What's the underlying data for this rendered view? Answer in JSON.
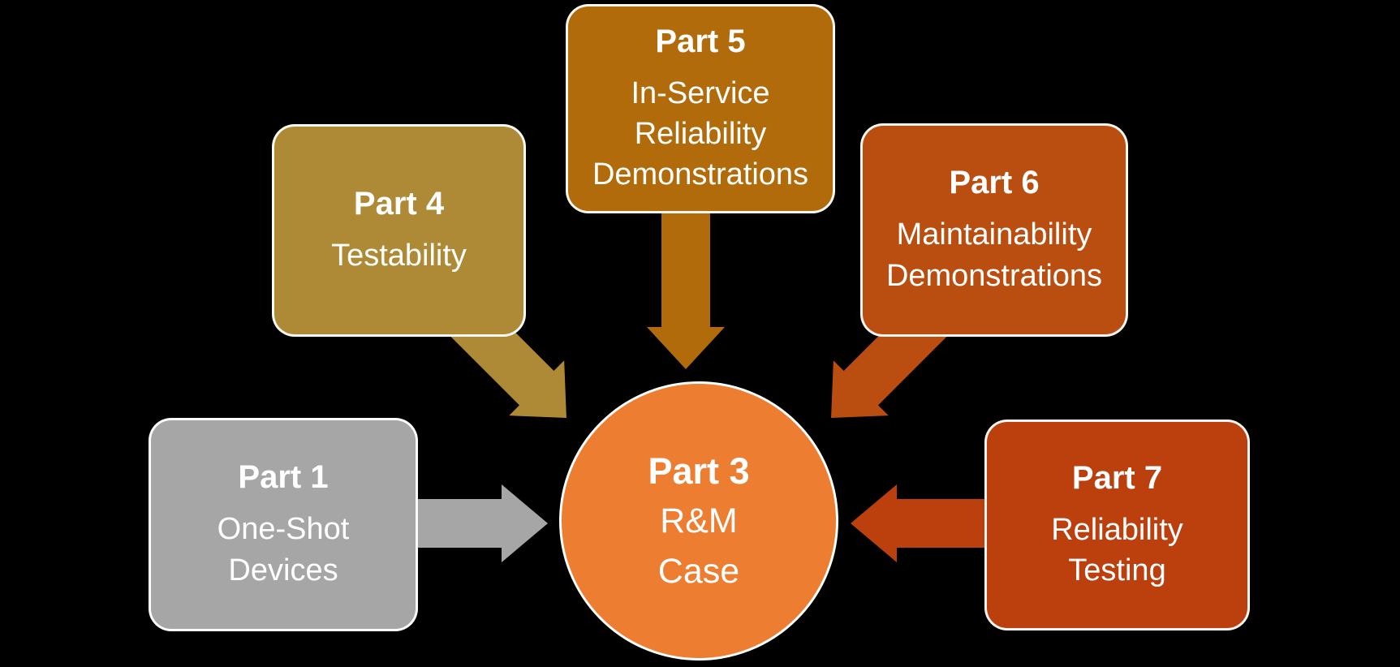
{
  "canvas": {
    "background": "#000000",
    "text_color": "#FFFFFF",
    "outline_color": "#FFFFFF"
  },
  "center": {
    "title": "Part 3",
    "body": "R&M\nCase",
    "color": "#ED7D31"
  },
  "parts": {
    "p1": {
      "title": "Part 1",
      "body": "One-Shot\nDevices",
      "color": "#A6A6A6"
    },
    "p4": {
      "title": "Part 4",
      "body": "Testability",
      "color": "#AE8A36"
    },
    "p5": {
      "title": "Part 5",
      "body": "In-Service\nReliability\nDemonstrations",
      "color": "#B26B0B"
    },
    "p6": {
      "title": "Part 6",
      "body": "Maintainability\nDemonstrations",
      "color": "#BA4E10"
    },
    "p7": {
      "title": "Part 7",
      "body": "Reliability\nTesting",
      "color": "#BC3F0E"
    }
  },
  "connections": [
    {
      "from": "Part 1",
      "to": "Part 3",
      "direction": "right"
    },
    {
      "from": "Part 4",
      "to": "Part 3",
      "direction": "down-right"
    },
    {
      "from": "Part 5",
      "to": "Part 3",
      "direction": "down"
    },
    {
      "from": "Part 6",
      "to": "Part 3",
      "direction": "down-left"
    },
    {
      "from": "Part 7",
      "to": "Part 3",
      "direction": "left"
    }
  ]
}
